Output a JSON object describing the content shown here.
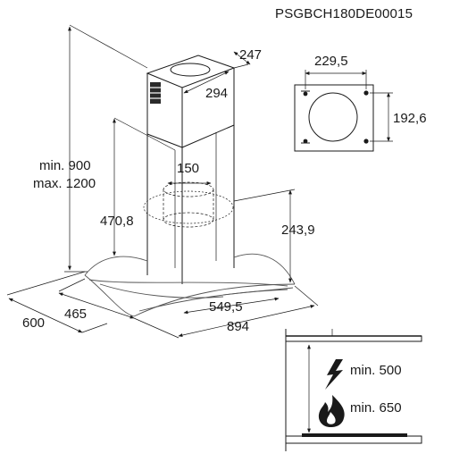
{
  "model_code": "PSGBCH180DE00015",
  "dimensions": {
    "depth_motor": "247",
    "width_motor": "294",
    "duct_diameter": "150",
    "height_range_min": "min. 900",
    "height_range_max": "max. 1200",
    "chimney_height": "470,8",
    "glass_height": "243,9",
    "glass_depth_inner": "465",
    "overall_depth": "600",
    "glass_width_inner": "549,5",
    "overall_width": "894"
  },
  "bracket": {
    "width": "229,5",
    "height": "192,6"
  },
  "clearance": {
    "electric_label": "min. 500",
    "gas_label": "min. 650"
  },
  "icons": {
    "electric": "lightning-icon",
    "gas": "flame-icon"
  }
}
